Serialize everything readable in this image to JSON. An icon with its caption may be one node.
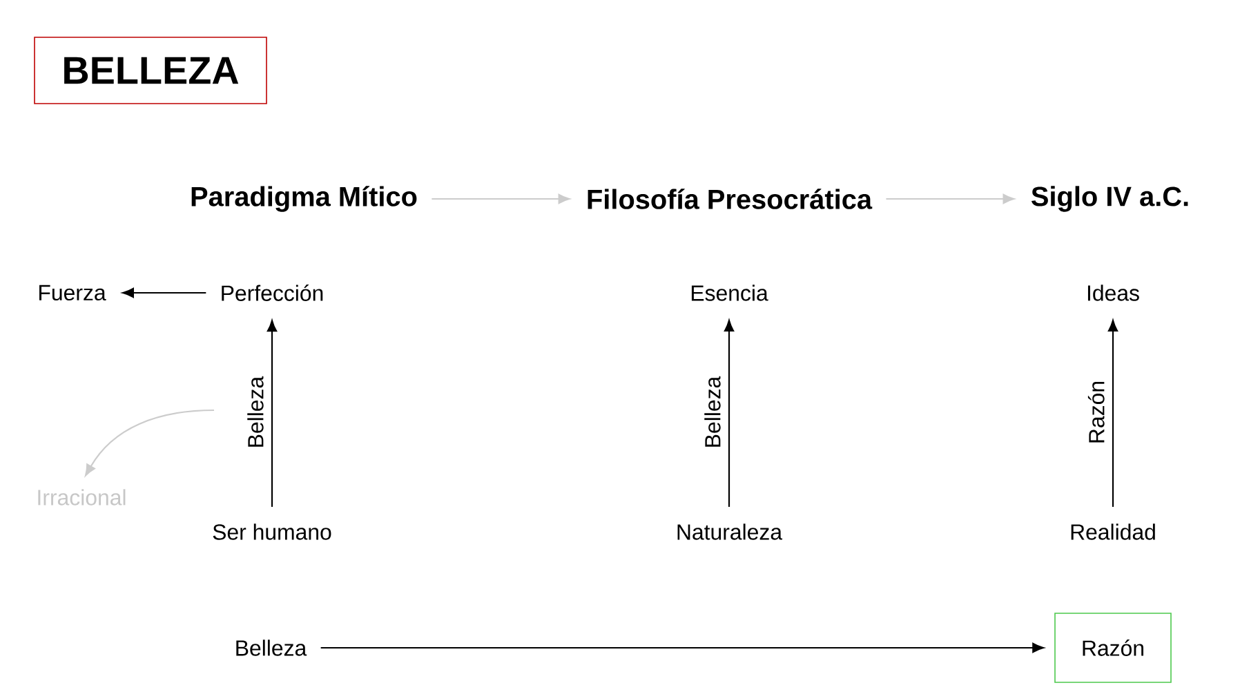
{
  "diagram": {
    "title": "BELLEZA",
    "nodes": [
      {
        "text": [
          "Paradigma Mítico"
        ]
      },
      {
        "text": [
          "Filosofía Presocrática"
        ]
      },
      {
        "text": [
          "Siglo IV a.C."
        ]
      },
      {
        "text": [
          "Fuerza"
        ]
      },
      {
        "text": [
          "Perfección"
        ]
      },
      {
        "text": [
          "Ser humano"
        ]
      },
      {
        "text": [
          "Irracional"
        ]
      },
      {
        "text": [
          "Esencia"
        ]
      },
      {
        "text": [
          "Naturaleza"
        ]
      },
      {
        "text": [
          "Ideas"
        ]
      },
      {
        "text": [
          "Realidad"
        ]
      },
      {
        "text": [
          "Belleza"
        ]
      },
      {
        "text": [
          "Razón"
        ]
      }
    ],
    "edges": [
      {
        "from": 0,
        "to": 1,
        "arrow": "to",
        "color": "#cccccc"
      },
      {
        "from": 1,
        "to": 2,
        "arrow": "to",
        "color": "#cccccc"
      },
      {
        "from": 4,
        "to": 3,
        "arrow": "to"
      },
      {
        "from": 5,
        "to": 4,
        "arrow": "to",
        "label": "Belleza"
      },
      {
        "from": null,
        "to": 6,
        "arrow": "to",
        "color": "#cccccc"
      },
      {
        "from": 8,
        "to": 7,
        "arrow": "to",
        "label": "Belleza"
      },
      {
        "from": 10,
        "to": 9,
        "arrow": "to",
        "label": "Razón"
      },
      {
        "from": 11,
        "to": 12,
        "arrow": "to"
      }
    ]
  }
}
